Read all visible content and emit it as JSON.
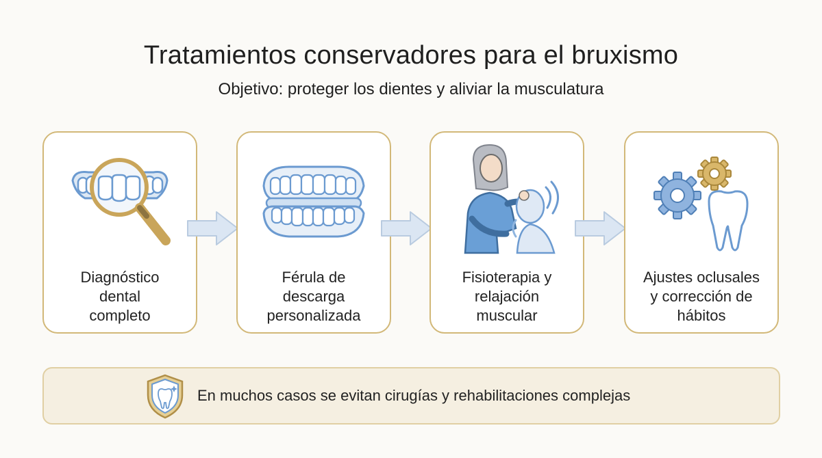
{
  "title": "Tratamientos conservadores para el bruxismo",
  "subtitle": "Objetivo: proteger los dientes y aliviar la musculatura",
  "steps": [
    {
      "label": "Diagnóstico\ndental\ncompleto",
      "icon": "magnifier-teeth-icon"
    },
    {
      "label": "Férula de\ndescarga\npersonalizada",
      "icon": "dental-splint-icon"
    },
    {
      "label": "Fisioterapia y\nrelajación\nmuscular",
      "icon": "physiotherapy-icon"
    },
    {
      "label": "Ajustes oclusales\ny corrección de\nhábitos",
      "icon": "gears-tooth-icon"
    }
  ],
  "banner": {
    "text": "En muchos casos se evitan cirugías y rehabilitaciones complejas",
    "icon": "shield-tooth-icon"
  },
  "colors": {
    "card_border": "#d2b878",
    "arrow_fill": "#dbe6f3",
    "arrow_stroke": "#b9cbe0",
    "blue": "#6b9ad0",
    "gold": "#c9a55a",
    "banner_bg": "#f5efe1"
  }
}
